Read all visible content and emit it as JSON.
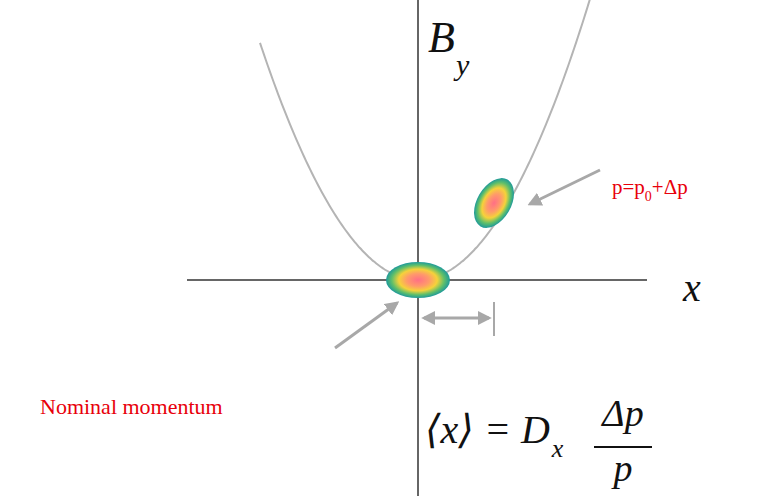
{
  "diagram": {
    "labels": [
      "B",
      "y",
      "x",
      "p=p",
      "0",
      "+Δp",
      "Nominal momentum",
      "⟨x⟩ = D",
      "x",
      "Δp",
      "p"
    ]
  }
}
